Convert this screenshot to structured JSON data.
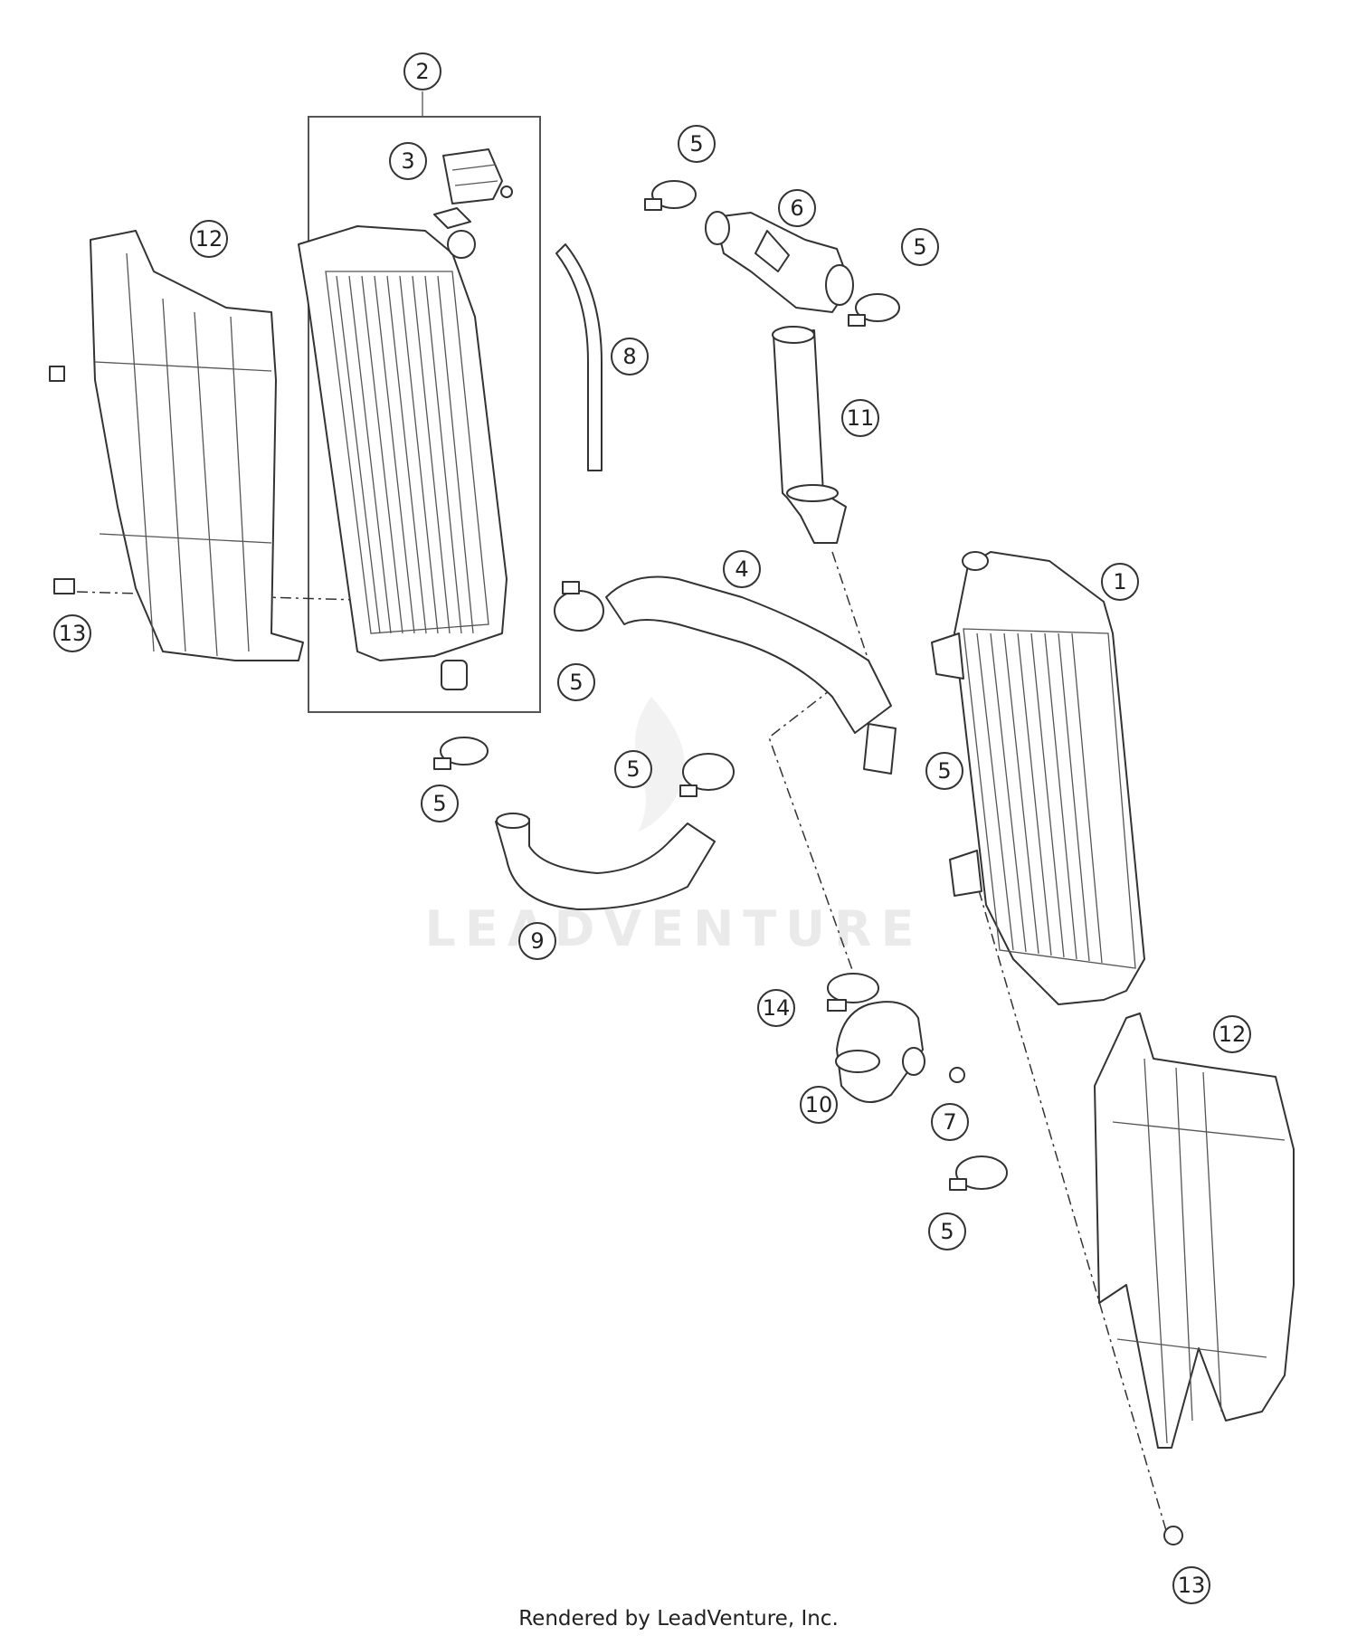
{
  "footer": "Rendered by LeadVenture, Inc.",
  "watermark": "LEADVENTURE",
  "callouts": [
    {
      "id": "1",
      "label": "1"
    },
    {
      "id": "2",
      "label": "2"
    },
    {
      "id": "3",
      "label": "3"
    },
    {
      "id": "4",
      "label": "4"
    },
    {
      "id": "5a",
      "label": "5"
    },
    {
      "id": "5b",
      "label": "5"
    },
    {
      "id": "5c",
      "label": "5"
    },
    {
      "id": "5d",
      "label": "5"
    },
    {
      "id": "5e",
      "label": "5"
    },
    {
      "id": "5f",
      "label": "5"
    },
    {
      "id": "5g",
      "label": "5"
    },
    {
      "id": "6",
      "label": "6"
    },
    {
      "id": "7",
      "label": "7"
    },
    {
      "id": "8",
      "label": "8"
    },
    {
      "id": "9",
      "label": "9"
    },
    {
      "id": "10",
      "label": "10"
    },
    {
      "id": "11",
      "label": "11"
    },
    {
      "id": "12a",
      "label": "12"
    },
    {
      "id": "12b",
      "label": "12"
    },
    {
      "id": "13a",
      "label": "13"
    },
    {
      "id": "13b",
      "label": "13"
    },
    {
      "id": "14",
      "label": "14"
    }
  ]
}
